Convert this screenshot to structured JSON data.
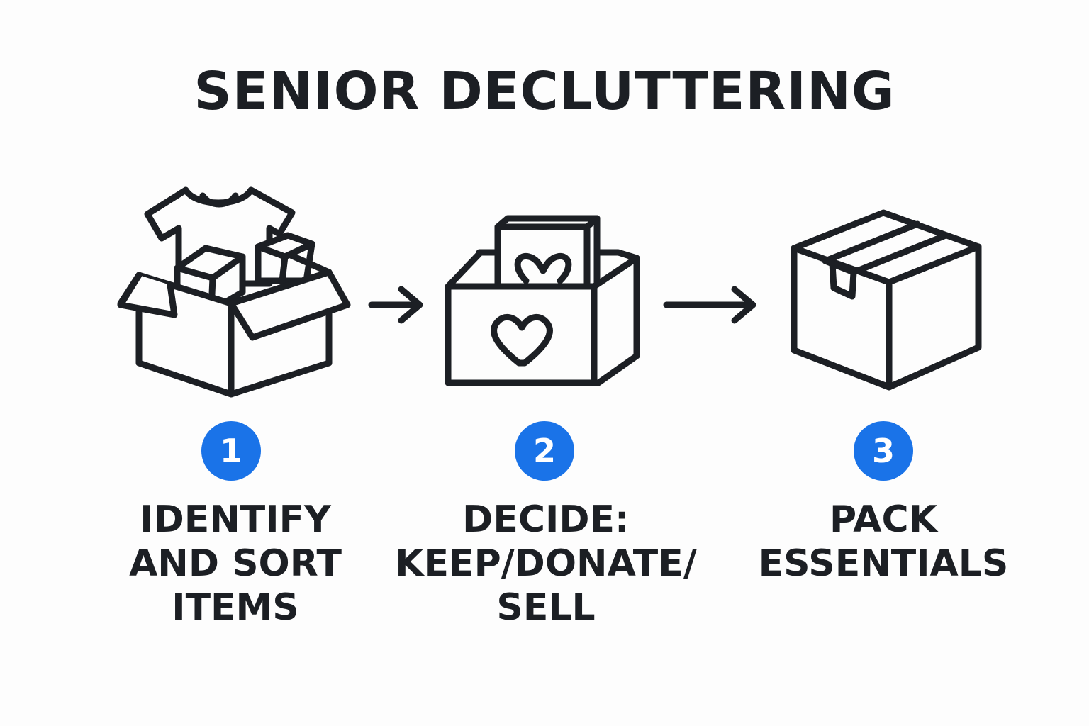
{
  "title": "SENIOR DECLUTTERING",
  "accent_color": "#1a73e8",
  "steps": [
    {
      "number": "1",
      "icon": "open-box-with-clothes-icon",
      "label_lines": [
        "IDENTIFY",
        "AND SORT",
        "ITEMS"
      ]
    },
    {
      "number": "2",
      "icon": "donation-box-heart-icon",
      "label_lines": [
        "DECIDE:",
        "KEEP/DONATE/",
        "SELL"
      ]
    },
    {
      "number": "3",
      "icon": "taped-box-icon",
      "label_lines": [
        "PACK",
        "ESSENTIALS"
      ]
    }
  ]
}
